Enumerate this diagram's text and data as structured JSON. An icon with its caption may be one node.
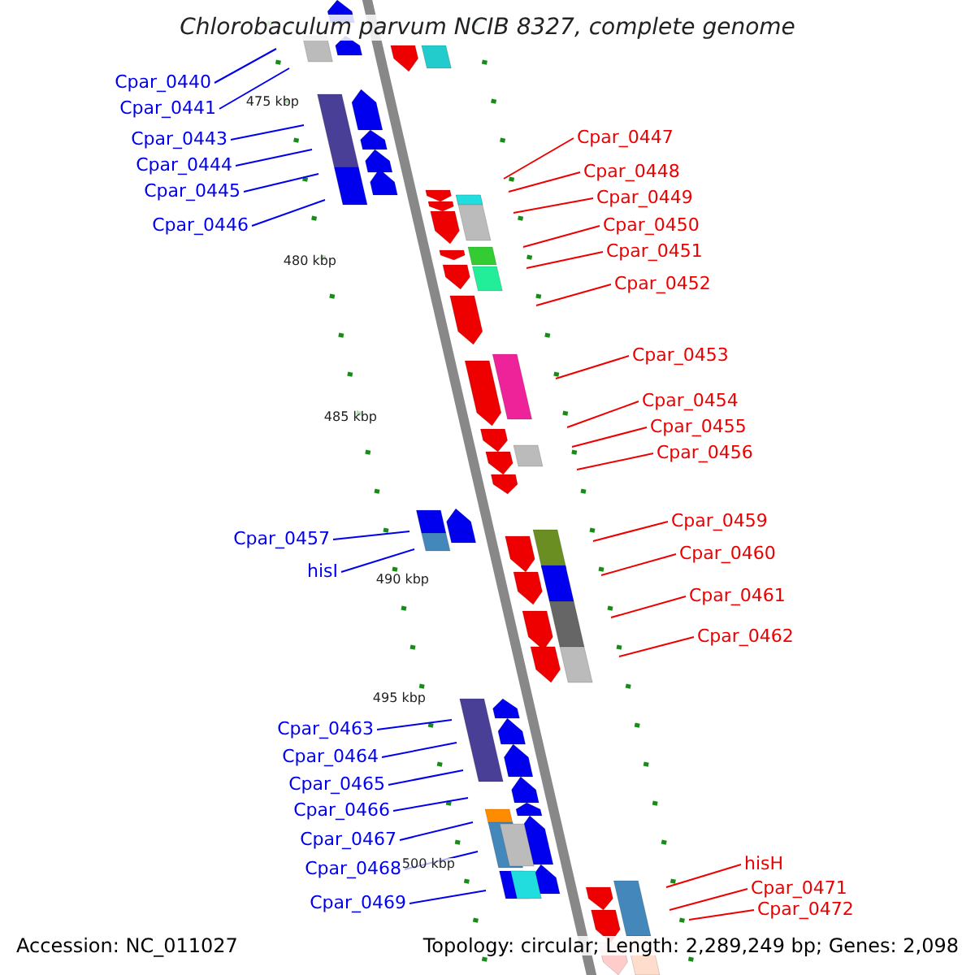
{
  "diagram": {
    "title": "Chlorobaculum parvum NCIB 8327, complete genome",
    "nodes": [
      {
        "text": [
          "Cpar_0440"
        ]
      },
      {
        "text": [
          "Cpar_0441"
        ]
      },
      {
        "text": [
          "Cpar_0443"
        ]
      },
      {
        "text": [
          "Cpar_0444"
        ]
      },
      {
        "text": [
          "Cpar_0445"
        ]
      },
      {
        "text": [
          "Cpar_0446"
        ]
      },
      {
        "text": [
          "Cpar_0447"
        ]
      },
      {
        "text": [
          "Cpar_0448"
        ]
      },
      {
        "text": [
          "Cpar_0449"
        ]
      },
      {
        "text": [
          "Cpar_0450"
        ]
      },
      {
        "text": [
          "Cpar_0451"
        ]
      },
      {
        "text": [
          "Cpar_0452"
        ]
      },
      {
        "text": [
          "Cpar_0453"
        ]
      },
      {
        "text": [
          "Cpar_0454"
        ]
      },
      {
        "text": [
          "Cpar_0455"
        ]
      },
      {
        "text": [
          "Cpar_0456"
        ]
      },
      {
        "text": [
          "Cpar_0457"
        ]
      },
      {
        "text": [
          "hisI"
        ]
      },
      {
        "text": [
          "Cpar_0459"
        ]
      },
      {
        "text": [
          "Cpar_0460"
        ]
      },
      {
        "text": [
          "Cpar_0461"
        ]
      },
      {
        "text": [
          "Cpar_0462"
        ]
      },
      {
        "text": [
          "Cpar_0463"
        ]
      },
      {
        "text": [
          "Cpar_0464"
        ]
      },
      {
        "text": [
          "Cpar_0465"
        ]
      },
      {
        "text": [
          "Cpar_0466"
        ]
      },
      {
        "text": [
          "Cpar_0467"
        ]
      },
      {
        "text": [
          "Cpar_0468"
        ]
      },
      {
        "text": [
          "Cpar_0469"
        ]
      },
      {
        "text": [
          "hisH"
        ]
      },
      {
        "text": [
          "Cpar_0471"
        ]
      },
      {
        "text": [
          "Cpar_0472"
        ]
      }
    ],
    "edges": [
      {
        "from": 0,
        "to": null,
        "arrow": "none",
        "color": "#0000ee"
      },
      {
        "from": 1,
        "to": null,
        "arrow": "none",
        "color": "#0000ee"
      },
      {
        "from": 2,
        "to": null,
        "arrow": "none",
        "color": "#0000ee"
      },
      {
        "from": 3,
        "to": null,
        "arrow": "none",
        "color": "#0000ee"
      },
      {
        "from": 4,
        "to": null,
        "arrow": "none",
        "color": "#0000ee"
      },
      {
        "from": 5,
        "to": null,
        "arrow": "none",
        "color": "#0000ee"
      },
      {
        "from": 6,
        "to": null,
        "arrow": "none",
        "color": "#ee0000"
      },
      {
        "from": 7,
        "to": null,
        "arrow": "none",
        "color": "#ee0000"
      },
      {
        "from": 8,
        "to": null,
        "arrow": "none",
        "color": "#ee0000"
      },
      {
        "from": 9,
        "to": null,
        "arrow": "none",
        "color": "#ee0000"
      },
      {
        "from": 10,
        "to": null,
        "arrow": "none",
        "color": "#ee0000"
      },
      {
        "from": 11,
        "to": null,
        "arrow": "none",
        "color": "#ee0000"
      },
      {
        "from": 12,
        "to": null,
        "arrow": "none",
        "color": "#ee0000"
      },
      {
        "from": 13,
        "to": null,
        "arrow": "none",
        "color": "#ee0000"
      },
      {
        "from": 14,
        "to": null,
        "arrow": "none",
        "color": "#ee0000"
      },
      {
        "from": 15,
        "to": null,
        "arrow": "none",
        "color": "#ee0000"
      },
      {
        "from": 16,
        "to": null,
        "arrow": "none",
        "color": "#0000ee"
      },
      {
        "from": 17,
        "to": null,
        "arrow": "none",
        "color": "#0000ee"
      },
      {
        "from": 18,
        "to": null,
        "arrow": "none",
        "color": "#ee0000"
      },
      {
        "from": 19,
        "to": null,
        "arrow": "none",
        "color": "#ee0000"
      },
      {
        "from": 20,
        "to": null,
        "arrow": "none",
        "color": "#ee0000"
      },
      {
        "from": 21,
        "to": null,
        "arrow": "none",
        "color": "#ee0000"
      },
      {
        "from": 22,
        "to": null,
        "arrow": "none",
        "color": "#0000ee"
      },
      {
        "from": 23,
        "to": null,
        "arrow": "none",
        "color": "#0000ee"
      },
      {
        "from": 24,
        "to": null,
        "arrow": "none",
        "color": "#0000ee"
      },
      {
        "from": 25,
        "to": null,
        "arrow": "none",
        "color": "#0000ee"
      },
      {
        "from": 26,
        "to": null,
        "arrow": "none",
        "color": "#0000ee"
      },
      {
        "from": 27,
        "to": null,
        "arrow": "none",
        "color": "#0000ee"
      },
      {
        "from": 28,
        "to": null,
        "arrow": "none",
        "color": "#0000ee"
      },
      {
        "from": 29,
        "to": null,
        "arrow": "none",
        "color": "#ee0000"
      },
      {
        "from": 30,
        "to": null,
        "arrow": "none",
        "color": "#ee0000"
      },
      {
        "from": 31,
        "to": null,
        "arrow": "none",
        "color": "#ee0000"
      }
    ],
    "labels": [
      "475 kbp",
      "480 kbp",
      "485 kbp",
      "490 kbp",
      "495 kbp",
      "500 kbp",
      "Accession: NC_011027",
      "Topology: circular; Length: 2,289,249 bp; Genes: 2,098"
    ]
  }
}
